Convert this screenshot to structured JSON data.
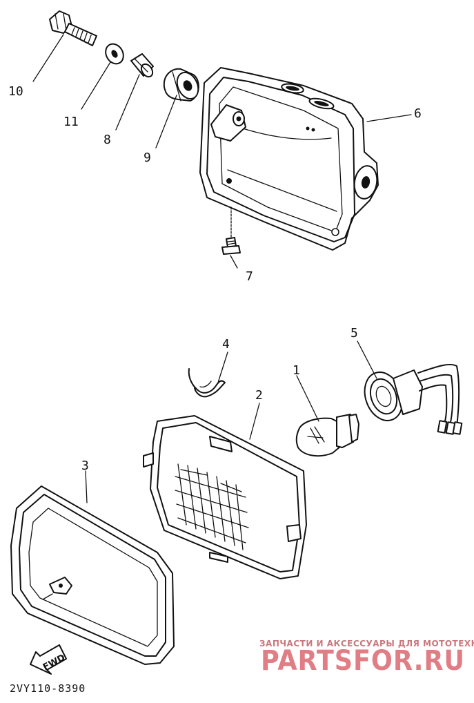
{
  "diagram": {
    "drawing_code": "2VY110-8390",
    "fwd_label": "FWD",
    "callouts": {
      "c1": "1",
      "c2": "2",
      "c3": "3",
      "c4": "4",
      "c5": "5",
      "c6": "6",
      "c7": "7",
      "c8": "8",
      "c9": "9",
      "c10": "10",
      "c11": "11"
    }
  },
  "watermark": {
    "tagline": "ЗАПЧАСТИ И АКСЕССУАРЫ ДЛЯ МОТОТЕХНИКИ",
    "logo": "PARTSFOR.RU"
  },
  "colors": {
    "line": "#111111",
    "background": "#ffffff",
    "watermark": "#e07d85"
  }
}
